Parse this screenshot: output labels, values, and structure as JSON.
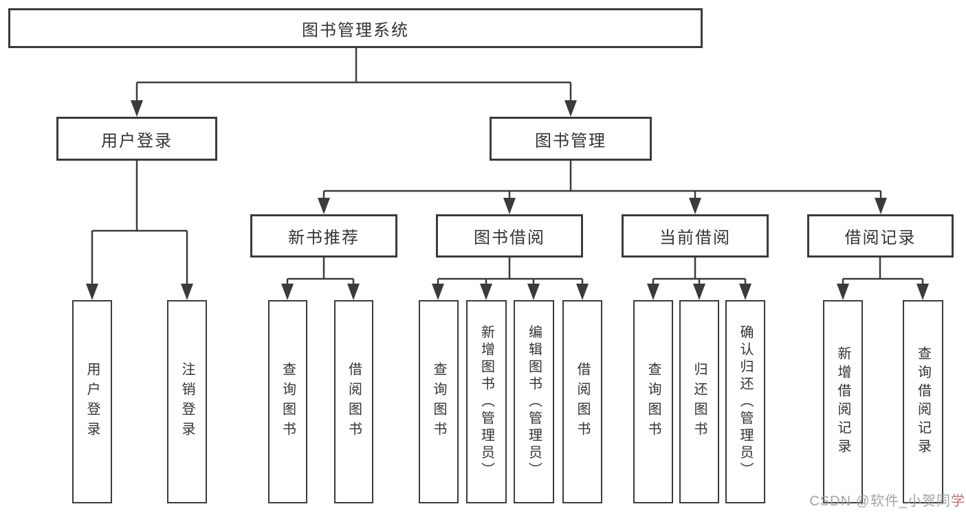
{
  "nodes": {
    "root": {
      "label": "图书管理系统"
    },
    "user_login": {
      "label": "用户登录"
    },
    "book_mgmt": {
      "label": "图书管理"
    },
    "new_book_rec": {
      "label": "新书推荐"
    },
    "book_borrow": {
      "label": "图书借阅"
    },
    "current_borrow": {
      "label": "当前借阅"
    },
    "borrow_records": {
      "label": "借阅记录"
    },
    "leaf_user_login": {
      "label": "用户登录"
    },
    "leaf_logout": {
      "label": "注销登录"
    },
    "leaf_query_book_rec": {
      "label": "查询图书"
    },
    "leaf_borrow_book_rec": {
      "label": "借阅图书"
    },
    "leaf_query_book_borrow": {
      "label": "查询图书"
    },
    "leaf_add_book_admin": {
      "label": "新增图书（管理员）"
    },
    "leaf_edit_book_admin": {
      "label": "编辑图书（管理员）"
    },
    "leaf_borrow_book_borrow": {
      "label": "借阅图书"
    },
    "leaf_query_book_current": {
      "label": "查询图书"
    },
    "leaf_return_book": {
      "label": "归还图书"
    },
    "leaf_confirm_return_admin": {
      "label": "确认归还（管理员）"
    },
    "leaf_add_borrow_record": {
      "label": "新增借阅记录"
    },
    "leaf_query_borrow_record": {
      "label": "查询借阅记录"
    }
  },
  "watermark": {
    "main": "CSDN @软件_小贺同",
    "accent": "学"
  },
  "colors": {
    "line": "#3b3b3b",
    "text": "#333333",
    "background": "#ffffff",
    "watermark_gray": "#a3a3a3",
    "watermark_accent": "#bd6f6f"
  }
}
